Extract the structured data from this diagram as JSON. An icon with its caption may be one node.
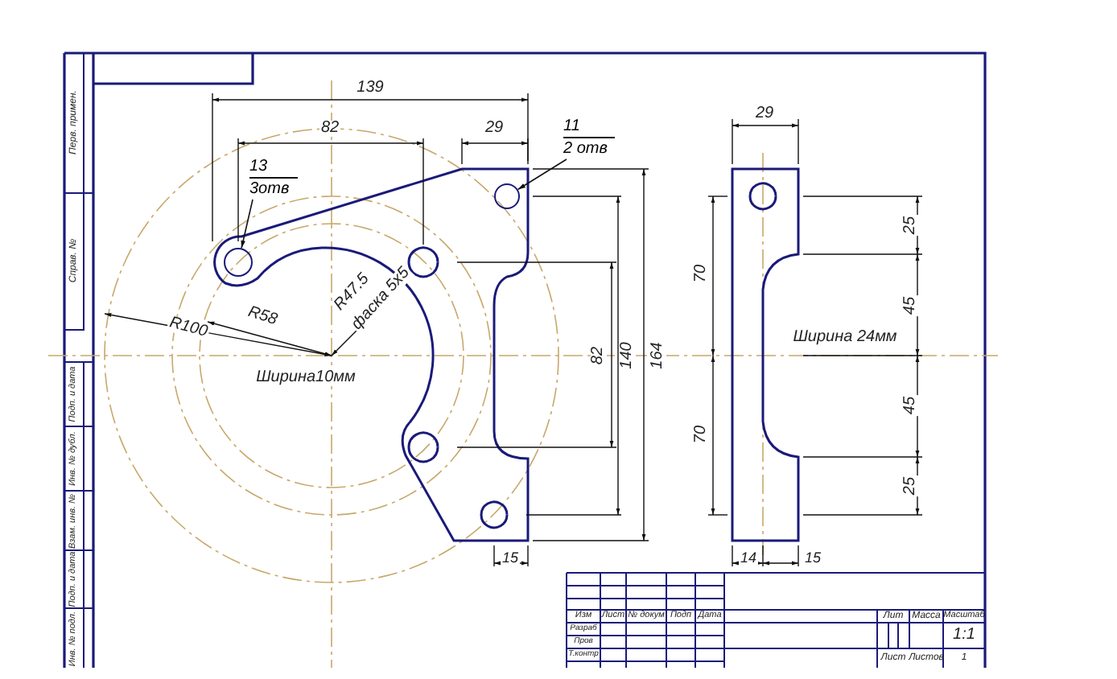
{
  "diagram": {
    "nodes": [
      {
        "text": [
          "13",
          "3отв"
        ]
      },
      {
        "text": [],
        "shape": "circle"
      },
      {
        "text": [
          "11",
          "2 отв"
        ]
      },
      {
        "text": [],
        "shape": "circle"
      }
    ],
    "edges": [
      {
        "from": 0,
        "to": 1,
        "arrow": "to"
      },
      {
        "from": 2,
        "to": 3,
        "arrow": "to"
      }
    ],
    "labels": [
      "Перв. примен.",
      "139",
      "82",
      "29",
      "29",
      "25",
      "Справ. №",
      "70",
      "R47.5",
      "фаска 5x5",
      "45",
      "R58",
      "R100",
      "Ширина 24мм",
      "82",
      "140",
      "164",
      "Ширина10мм",
      "Подп. и дата",
      "45",
      "70",
      "Инв. № дубл.",
      "25",
      "Взам. инв. №",
      "15",
      "14",
      "15",
      "Подп. и дата",
      "Изм",
      "Лист",
      "№ докум",
      "Подп",
      "Дата",
      "Лит",
      "Масса",
      "Масштаб",
      "Разраб",
      "1:1",
      "Инв. № подл.",
      "Пров",
      "Т.контр",
      "Лист",
      "Листов",
      "1"
    ]
  }
}
